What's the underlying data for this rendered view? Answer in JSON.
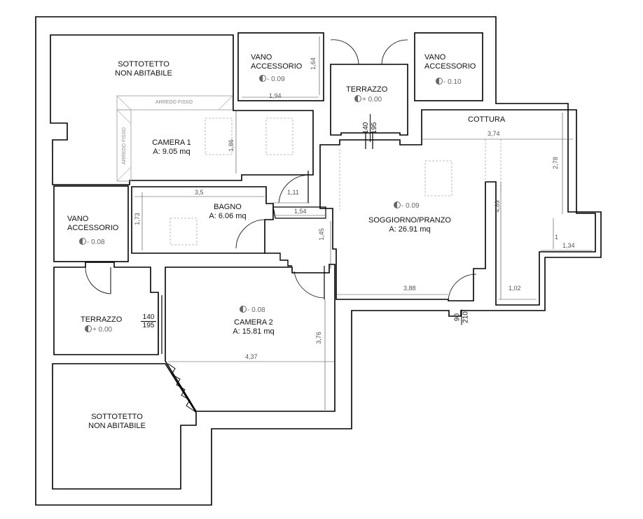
{
  "rooms": {
    "sottotetto_top": {
      "name_l1": "SOTTOTETTO",
      "name_l2": "NON ABITABILE"
    },
    "vano_top": {
      "name_l1": "VANO",
      "name_l2": "ACCESSORIO",
      "level": "- 0.09"
    },
    "terrazzo_top": {
      "name": "TERRAZZO",
      "level": "+ 0.00"
    },
    "vano_right": {
      "name_l1": "VANO",
      "name_l2": "ACCESSORIO",
      "level": "- 0.10"
    },
    "cottura": {
      "name": "COTTURA"
    },
    "camera1": {
      "name": "CAMERA 1",
      "area": "A: 9.05 mq"
    },
    "bagno": {
      "name": "BAGNO",
      "area": "A: 6.06 mq"
    },
    "soggiorno": {
      "name": "SOGGIORNO/PRANZO",
      "area": "A: 26.91 mq",
      "level": "- 0.09"
    },
    "vano_left": {
      "name_l1": "VANO",
      "name_l2": "ACCESSORIO",
      "level": "- 0.08"
    },
    "terrazzo_left": {
      "name": "TERRAZZO",
      "level": "+ 0.00"
    },
    "camera2": {
      "name": "CAMERA 2",
      "area": "A: 15.81 mq",
      "level": "- 0.08"
    },
    "sottotetto_bottom": {
      "name_l1": "SOTTOTETTO",
      "name_l2": "NON ABITABILE"
    }
  },
  "fixtures": {
    "arredo_h": "ARREDO FISSO",
    "arredo_v": "ARREDO FISSO"
  },
  "windows": {
    "terrazzo_top_w": "140",
    "terrazzo_top_h": "195",
    "terrazzo_left_w": "140",
    "terrazzo_left_h": "195",
    "door_w": "90",
    "door_h": "210"
  },
  "dimensions": {
    "vano_top_w": "1,94",
    "vano_top_h": "1,64",
    "camera1_h": "1,86",
    "bagno_w": "3,5",
    "bagno_h": "1,73",
    "door_gap": "1,11",
    "corridor": "1,54",
    "corridor_h": "1,45",
    "cottura_w": "3,74",
    "cottura_h": "2,78",
    "soggiorno_h": "4,89",
    "step_1": "1",
    "step_134": "1,34",
    "step_102": "1,02",
    "soggiorno_w": "3,88",
    "camera2_w": "4,37",
    "camera2_h": "3,76"
  }
}
